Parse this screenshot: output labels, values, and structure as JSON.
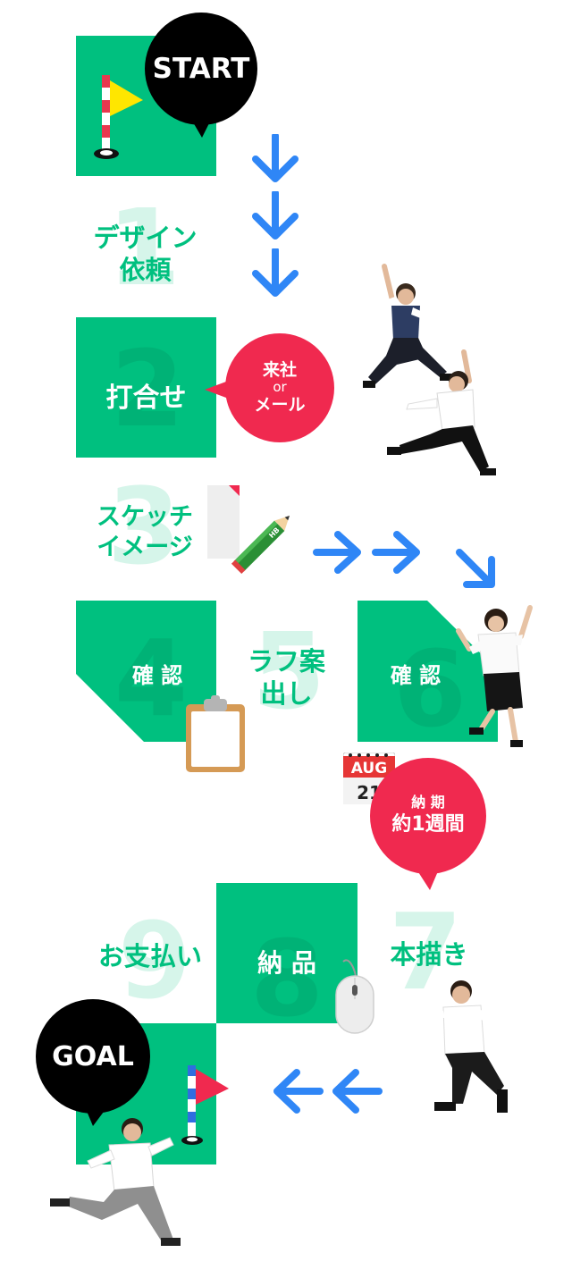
{
  "start": {
    "label": "START"
  },
  "goal": {
    "label": "GOAL"
  },
  "steps": [
    {
      "num": "1",
      "label_line1": "デザイン",
      "label_line2": "依頼"
    },
    {
      "num": "2",
      "label": "打合せ"
    },
    {
      "num": "3",
      "label_line1": "スケッチ",
      "label_line2": "イメージ"
    },
    {
      "num": "4",
      "label": "確 認"
    },
    {
      "num": "5",
      "label_line1": "ラフ案",
      "label_line2": "出し"
    },
    {
      "num": "6",
      "label": "確 認"
    },
    {
      "num": "7",
      "label": "本描き"
    },
    {
      "num": "8",
      "label": "納 品"
    },
    {
      "num": "9",
      "label": "お支払い"
    }
  ],
  "bubbles": {
    "meeting": {
      "line1": "来社",
      "line2": "or",
      "line3": "メール"
    },
    "delivery": {
      "line1": "納 期",
      "line2": "約1週間"
    }
  },
  "calendar": {
    "month": "AUG",
    "day": "21"
  },
  "pencil_mark": "HB",
  "colors": {
    "green": "#00c07f",
    "blue": "#2f86f6",
    "red": "#f0294f",
    "black": "#000000"
  }
}
